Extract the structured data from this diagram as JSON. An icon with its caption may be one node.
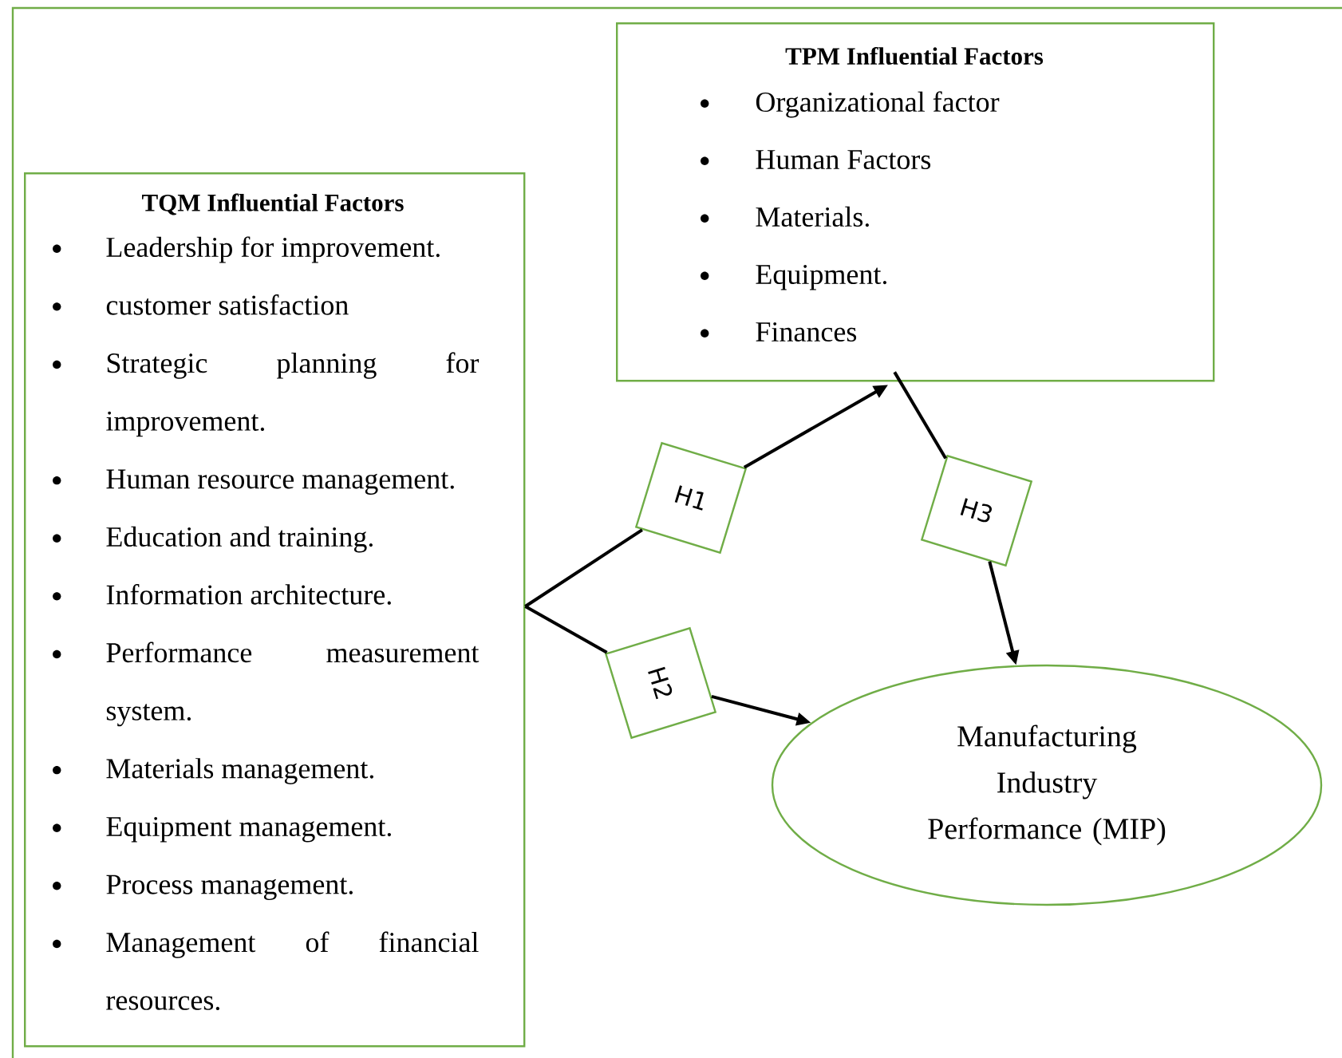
{
  "diagram": {
    "nodes": [
      {
        "text": [
          "TQM Influential Factors",
          "Leadership for improvement.",
          "customer satisfaction",
          "Strategic planning for improvement.",
          "Human resource management.",
          "Education and training.",
          "Information architecture.",
          "Performance measurement system.",
          "Materials management.",
          "Equipment management.",
          "Process management.",
          "Management of financial resources."
        ]
      },
      {
        "text": [
          "TPM Influential Factors",
          "Organizational factor",
          "Human Factors",
          "Materials.",
          "Equipment.",
          "Finances"
        ]
      },
      {
        "text": [
          "H1"
        ]
      },
      {
        "text": [
          "H2"
        ]
      },
      {
        "text": [
          "H3"
        ]
      },
      {
        "text": [
          "Manufacturing Industry Performance (MIP)"
        ]
      }
    ],
    "edges": [
      {
        "from": 0,
        "to": 2,
        "arrow": "none"
      },
      {
        "from": 2,
        "to": 1,
        "arrow": "to"
      },
      {
        "from": 0,
        "to": 3,
        "arrow": "none"
      },
      {
        "from": 3,
        "to": 5,
        "arrow": "to"
      },
      {
        "from": 1,
        "to": 4,
        "arrow": "none"
      },
      {
        "from": 4,
        "to": 5,
        "arrow": "to"
      }
    ]
  }
}
